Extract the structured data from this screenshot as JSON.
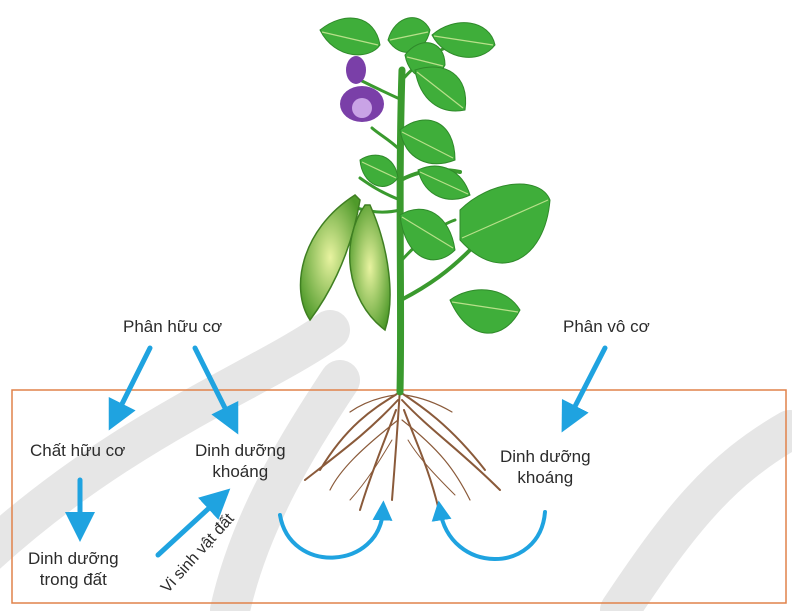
{
  "labels": {
    "organic_fertilizer": "Phân hữu cơ",
    "inorganic_fertilizer": "Phân vô cơ",
    "organic_matter": "Chất hữu cơ",
    "mineral_nutrition_left_1": "Dinh dưỡng",
    "mineral_nutrition_left_2": "khoáng",
    "soil_nutrition_1": "Dinh dưỡng",
    "soil_nutrition_2": "trong đất",
    "soil_microbes": "Vi sinh vật đất",
    "mineral_nutrition_right_1": "Dinh dưỡng",
    "mineral_nutrition_right_2": "khoáng"
  },
  "colors": {
    "arrow": "#1fa3e0",
    "soil_border": "#e0824a",
    "leaf": "#3fae3a",
    "leaf_vein": "#b8e08a",
    "stem": "#3a9a2e",
    "pod": "#6bb43a",
    "flower": "#7a3fa8",
    "root": "#8a5a3a",
    "swirl": "#dcdcdc"
  }
}
